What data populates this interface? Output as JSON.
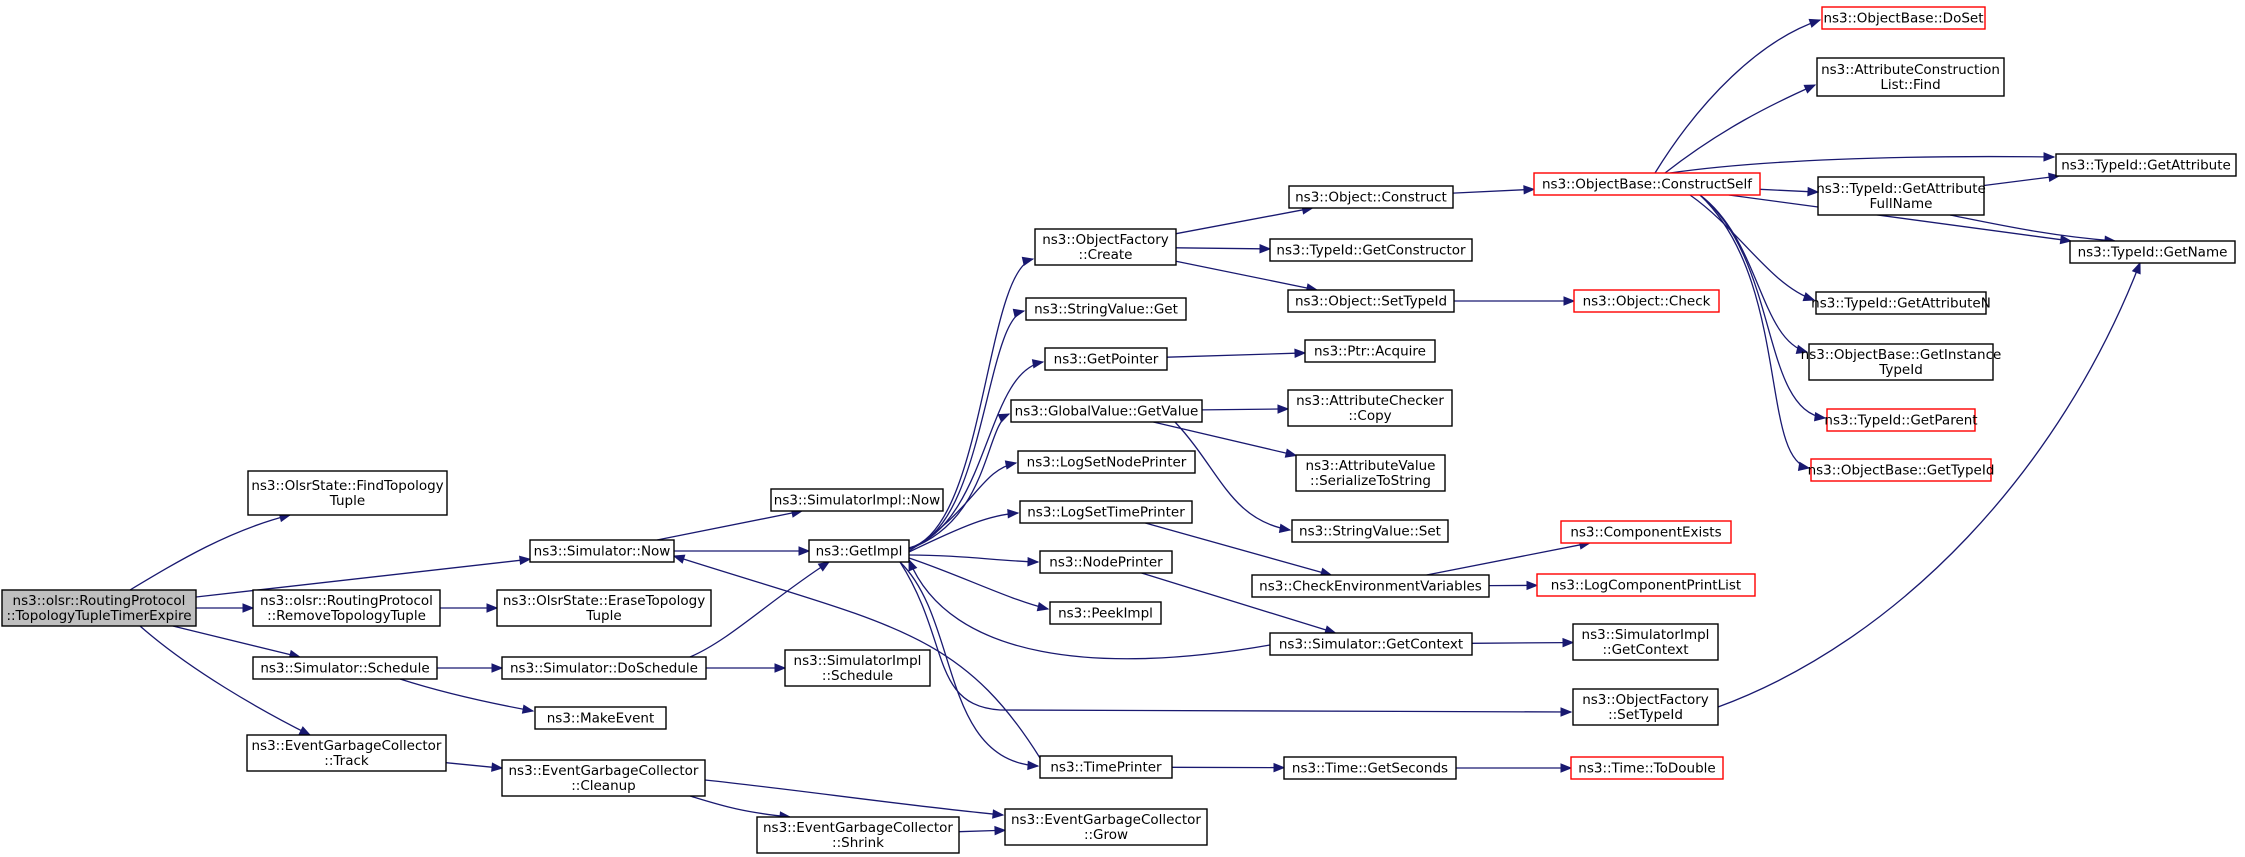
{
  "colors": {
    "edge": "#191970",
    "root_fill": "#bfbfbf",
    "red_border": "#ff0000",
    "black_border": "#000000"
  },
  "nodes": [
    {
      "id": "root",
      "lines": [
        "ns3::olsr::RoutingProtocol",
        "::TopologyTupleTimerExpire"
      ],
      "style": "root"
    },
    {
      "id": "findtopo",
      "lines": [
        "ns3::OlsrState::FindTopology",
        "Tuple"
      ],
      "style": "black"
    },
    {
      "id": "simnow",
      "lines": [
        "ns3::Simulator::Now"
      ],
      "style": "black"
    },
    {
      "id": "removetopo",
      "lines": [
        "ns3::olsr::RoutingProtocol",
        "::RemoveTopologyTuple"
      ],
      "style": "black"
    },
    {
      "id": "simschedule",
      "lines": [
        "ns3::Simulator::Schedule"
      ],
      "style": "black"
    },
    {
      "id": "egctrack",
      "lines": [
        "ns3::EventGarbageCollector",
        "::Track"
      ],
      "style": "black"
    },
    {
      "id": "simimplnow",
      "lines": [
        "ns3::SimulatorImpl::Now"
      ],
      "style": "black"
    },
    {
      "id": "getimpl",
      "lines": [
        "ns3::GetImpl"
      ],
      "style": "black"
    },
    {
      "id": "erasetopo",
      "lines": [
        "ns3::OlsrState::EraseTopology",
        "Tuple"
      ],
      "style": "black"
    },
    {
      "id": "doschedule",
      "lines": [
        "ns3::Simulator::DoSchedule"
      ],
      "style": "black"
    },
    {
      "id": "makeevent",
      "lines": [
        "ns3::MakeEvent"
      ],
      "style": "black"
    },
    {
      "id": "egccleanup",
      "lines": [
        "ns3::EventGarbageCollector",
        "::Cleanup"
      ],
      "style": "black"
    },
    {
      "id": "egcshrink",
      "lines": [
        "ns3::EventGarbageCollector",
        "::Shrink"
      ],
      "style": "black"
    },
    {
      "id": "simimplschedule",
      "lines": [
        "ns3::SimulatorImpl",
        "::Schedule"
      ],
      "style": "black"
    },
    {
      "id": "objfactorycreate",
      "lines": [
        "ns3::ObjectFactory",
        "::Create"
      ],
      "style": "black"
    },
    {
      "id": "stringvalueget",
      "lines": [
        "ns3::StringValue::Get"
      ],
      "style": "black"
    },
    {
      "id": "getpointer",
      "lines": [
        "ns3::GetPointer"
      ],
      "style": "black"
    },
    {
      "id": "gvgetvalue",
      "lines": [
        "ns3::GlobalValue::GetValue"
      ],
      "style": "black"
    },
    {
      "id": "logsetnodeprinter",
      "lines": [
        "ns3::LogSetNodePrinter"
      ],
      "style": "black"
    },
    {
      "id": "logsettimeprinter",
      "lines": [
        "ns3::LogSetTimePrinter"
      ],
      "style": "black"
    },
    {
      "id": "nodeprinter",
      "lines": [
        "ns3::NodePrinter"
      ],
      "style": "black"
    },
    {
      "id": "peekimpl",
      "lines": [
        "ns3::PeekImpl"
      ],
      "style": "black"
    },
    {
      "id": "timeprinter",
      "lines": [
        "ns3::TimePrinter"
      ],
      "style": "black"
    },
    {
      "id": "egcgrow",
      "lines": [
        "ns3::EventGarbageCollector",
        "::Grow"
      ],
      "style": "black"
    },
    {
      "id": "objconstruct",
      "lines": [
        "ns3::Object::Construct"
      ],
      "style": "black"
    },
    {
      "id": "typeidgetconstructor",
      "lines": [
        "ns3::TypeId::GetConstructor"
      ],
      "style": "black"
    },
    {
      "id": "objsettypeid",
      "lines": [
        "ns3::Object::SetTypeId"
      ],
      "style": "black"
    },
    {
      "id": "ptracquire",
      "lines": [
        "ns3::Ptr::Acquire"
      ],
      "style": "black"
    },
    {
      "id": "attrcheckercopy",
      "lines": [
        "ns3::AttributeChecker",
        "::Copy"
      ],
      "style": "black"
    },
    {
      "id": "attrvalueserialize",
      "lines": [
        "ns3::AttributeValue",
        "::SerializeToString"
      ],
      "style": "black"
    },
    {
      "id": "stringvalueset",
      "lines": [
        "ns3::StringValue::Set"
      ],
      "style": "black"
    },
    {
      "id": "checkenv",
      "lines": [
        "ns3::CheckEnvironmentVariables"
      ],
      "style": "black"
    },
    {
      "id": "simgetcontext",
      "lines": [
        "ns3::Simulator::GetContext"
      ],
      "style": "black"
    },
    {
      "id": "timegetseconds",
      "lines": [
        "ns3::Time::GetSeconds"
      ],
      "style": "black"
    },
    {
      "id": "objbaseconstructself",
      "lines": [
        "ns3::ObjectBase::ConstructSelf"
      ],
      "style": "red"
    },
    {
      "id": "objcheck",
      "lines": [
        "ns3::Object::Check"
      ],
      "style": "red"
    },
    {
      "id": "componentexists",
      "lines": [
        "ns3::ComponentExists"
      ],
      "style": "red"
    },
    {
      "id": "logcomponentprintlist",
      "lines": [
        "ns3::LogComponentPrintList"
      ],
      "style": "red"
    },
    {
      "id": "simimplgetcontext",
      "lines": [
        "ns3::SimulatorImpl",
        "::GetContext"
      ],
      "style": "black"
    },
    {
      "id": "objfactorysettypeid",
      "lines": [
        "ns3::ObjectFactory",
        "::SetTypeId"
      ],
      "style": "black"
    },
    {
      "id": "timetodouble",
      "lines": [
        "ns3::Time::ToDouble"
      ],
      "style": "red"
    },
    {
      "id": "objbasedoset",
      "lines": [
        "ns3::ObjectBase::DoSet"
      ],
      "style": "red"
    },
    {
      "id": "attrconstructionfind",
      "lines": [
        "ns3::AttributeConstruction",
        "List::Find"
      ],
      "style": "black"
    },
    {
      "id": "typeidgetattrfullname",
      "lines": [
        "ns3::TypeId::GetAttribute",
        "FullName"
      ],
      "style": "black"
    },
    {
      "id": "typeidgetattributen",
      "lines": [
        "ns3::TypeId::GetAttributeN"
      ],
      "style": "black"
    },
    {
      "id": "objbasegetinstancetypeid",
      "lines": [
        "ns3::ObjectBase::GetInstance",
        "TypeId"
      ],
      "style": "black"
    },
    {
      "id": "typeidgetparent",
      "lines": [
        "ns3::TypeId::GetParent"
      ],
      "style": "red"
    },
    {
      "id": "objbasegettypeid",
      "lines": [
        "ns3::ObjectBase::GetTypeId"
      ],
      "style": "red"
    },
    {
      "id": "typeidgetattribute",
      "lines": [
        "ns3::TypeId::GetAttribute"
      ],
      "style": "black"
    },
    {
      "id": "typeidgetname",
      "lines": [
        "ns3::TypeId::GetName"
      ],
      "style": "black"
    }
  ],
  "edges": [
    [
      "root",
      "findtopo"
    ],
    [
      "root",
      "simnow"
    ],
    [
      "root",
      "removetopo"
    ],
    [
      "root",
      "simschedule"
    ],
    [
      "root",
      "egctrack"
    ],
    [
      "simnow",
      "simimplnow"
    ],
    [
      "simnow",
      "getimpl"
    ],
    [
      "removetopo",
      "erasetopo"
    ],
    [
      "simschedule",
      "doschedule"
    ],
    [
      "simschedule",
      "makeevent"
    ],
    [
      "egctrack",
      "egccleanup"
    ],
    [
      "doschedule",
      "getimpl"
    ],
    [
      "doschedule",
      "simimplschedule"
    ],
    [
      "egccleanup",
      "egcshrink"
    ],
    [
      "egccleanup",
      "egcgrow"
    ],
    [
      "egcshrink",
      "egcgrow"
    ],
    [
      "getimpl",
      "objfactorycreate"
    ],
    [
      "getimpl",
      "stringvalueget"
    ],
    [
      "getimpl",
      "getpointer"
    ],
    [
      "getimpl",
      "gvgetvalue"
    ],
    [
      "getimpl",
      "logsetnodeprinter"
    ],
    [
      "getimpl",
      "logsettimeprinter"
    ],
    [
      "getimpl",
      "nodeprinter"
    ],
    [
      "getimpl",
      "peekimpl"
    ],
    [
      "getimpl",
      "timeprinter"
    ],
    [
      "getimpl",
      "objfactorysettypeid"
    ],
    [
      "timeprinter",
      "simnow"
    ],
    [
      "timeprinter",
      "timegetseconds"
    ],
    [
      "objfactorycreate",
      "objconstruct"
    ],
    [
      "objfactorycreate",
      "typeidgetconstructor"
    ],
    [
      "objfactorycreate",
      "objsettypeid"
    ],
    [
      "getpointer",
      "ptracquire"
    ],
    [
      "gvgetvalue",
      "attrcheckercopy"
    ],
    [
      "gvgetvalue",
      "attrvalueserialize"
    ],
    [
      "gvgetvalue",
      "stringvalueset"
    ],
    [
      "logsettimeprinter",
      "checkenv"
    ],
    [
      "nodeprinter",
      "simgetcontext"
    ],
    [
      "simgetcontext",
      "getimpl"
    ],
    [
      "simgetcontext",
      "simimplgetcontext"
    ],
    [
      "objconstruct",
      "objbaseconstructself"
    ],
    [
      "objsettypeid",
      "objcheck"
    ],
    [
      "checkenv",
      "componentexists"
    ],
    [
      "checkenv",
      "logcomponentprintlist"
    ],
    [
      "timegetseconds",
      "timetodouble"
    ],
    [
      "objfactorysettypeid",
      "typeidgetname"
    ],
    [
      "objbaseconstructself",
      "objbasedoset"
    ],
    [
      "objbaseconstructself",
      "attrconstructionfind"
    ],
    [
      "objbaseconstructself",
      "typeidgetattribute"
    ],
    [
      "objbaseconstructself",
      "typeidgetattrfullname"
    ],
    [
      "objbaseconstructself",
      "typeidgetname"
    ],
    [
      "objbaseconstructself",
      "typeidgetattributen"
    ],
    [
      "objbaseconstructself",
      "objbasegetinstancetypeid"
    ],
    [
      "objbaseconstructself",
      "typeidgetparent"
    ],
    [
      "objbaseconstructself",
      "objbasegettypeid"
    ],
    [
      "typeidgetattrfullname",
      "typeidgetattribute"
    ],
    [
      "typeidgetattrfullname",
      "typeidgetname"
    ]
  ]
}
